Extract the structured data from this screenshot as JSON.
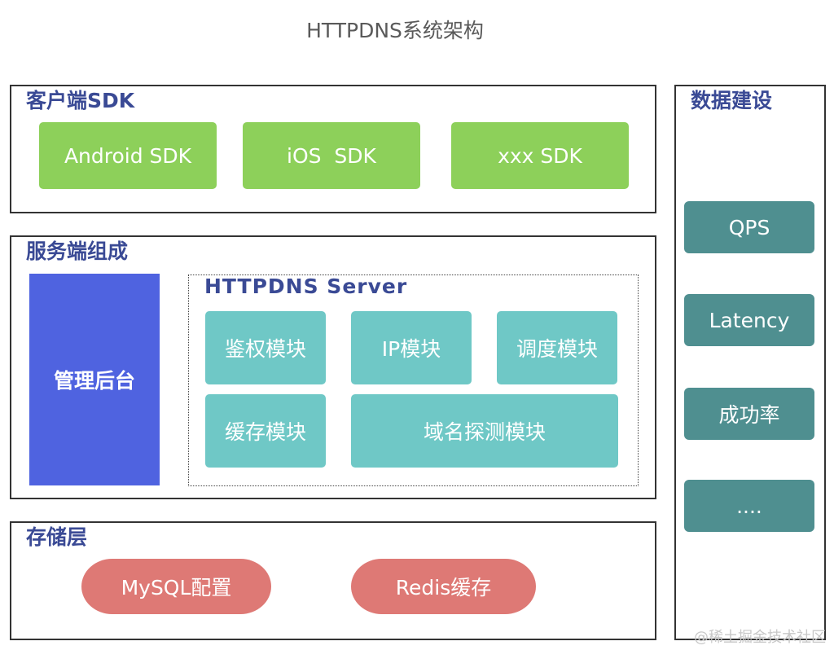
{
  "title": "HTTPDNS系统架构",
  "client": {
    "title": "客户端SDK",
    "items": [
      "Android SDK",
      "iOS  SDK",
      "xxx SDK"
    ]
  },
  "server": {
    "title": "服务端组成",
    "admin": "管理后台",
    "httpdns_server": {
      "title": "HTTPDNS Server",
      "modules": [
        "鉴权模块",
        "IP模块",
        "调度模块",
        "缓存模块",
        "域名探测模块"
      ]
    }
  },
  "storage": {
    "title": "存储层",
    "items": [
      "MySQL配置",
      "Redis缓存"
    ]
  },
  "metrics": {
    "title": "数据建设",
    "items": [
      "QPS",
      "Latency",
      "成功率",
      "...."
    ]
  },
  "watermark": "@稀土掘金技术社区",
  "colors": {
    "sdk": "#8dd05a",
    "module": "#6fc8c6",
    "metric": "#4f8f90",
    "admin": "#4f63e0",
    "storage": "#de7975",
    "panel_title": "#3a4a95"
  }
}
